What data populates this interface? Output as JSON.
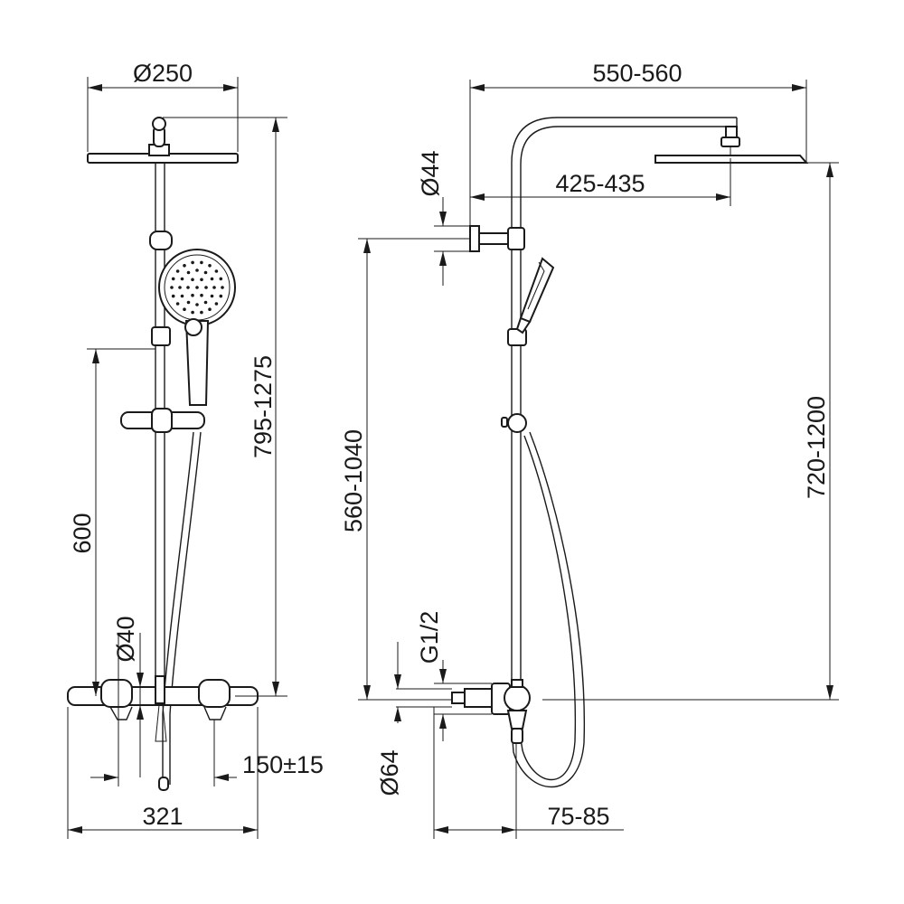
{
  "dimensions": {
    "head_diameter": "Ø250",
    "overall_height": "795-1275",
    "bar_height": "600",
    "valve_diameter": "Ø40",
    "centers": "150±15",
    "mixer_width": "321",
    "arm_reach": "550-560",
    "arm_inner": "425-435",
    "wall_bracket_diameter": "Ø44",
    "bracket_height": "560-1040",
    "head_height": "720-1200",
    "thread": "G1/2",
    "inlet_diameter": "Ø64",
    "wall_offset": "75-85"
  },
  "colors": {
    "line": "#1a1a1a",
    "background": "#ffffff"
  }
}
